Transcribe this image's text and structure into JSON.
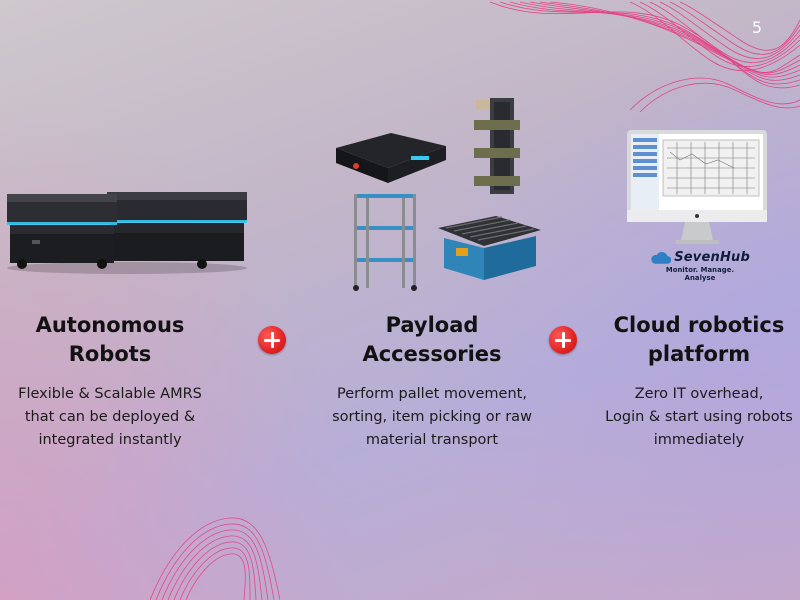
{
  "slide": {
    "page_number": "5"
  },
  "columns": [
    {
      "title": "Autonomous\nRobots",
      "description": "Flexible & Scalable AMRS\nthat can be deployed &\nintegrated instantly"
    },
    {
      "title": "Payload\nAccessories",
      "description": "Perform pallet movement,\nsorting, item picking or raw\nmaterial transport"
    },
    {
      "title": "Cloud robotics\nplatform",
      "description": "Zero IT overhead,\nLogin & start using robots\nimmediately"
    }
  ],
  "brand": {
    "name": "SevenHub",
    "tagline": "Monitor. Manage. Analyse",
    "icon": "cloud-icon"
  },
  "icons": {
    "separator": "plus-circle-icon"
  },
  "colors": {
    "plus_red": "#e02323",
    "accent_pink": "#e8317a",
    "robot_glow": "#39c9f2",
    "accessory_blue": "#2f84b8"
  }
}
